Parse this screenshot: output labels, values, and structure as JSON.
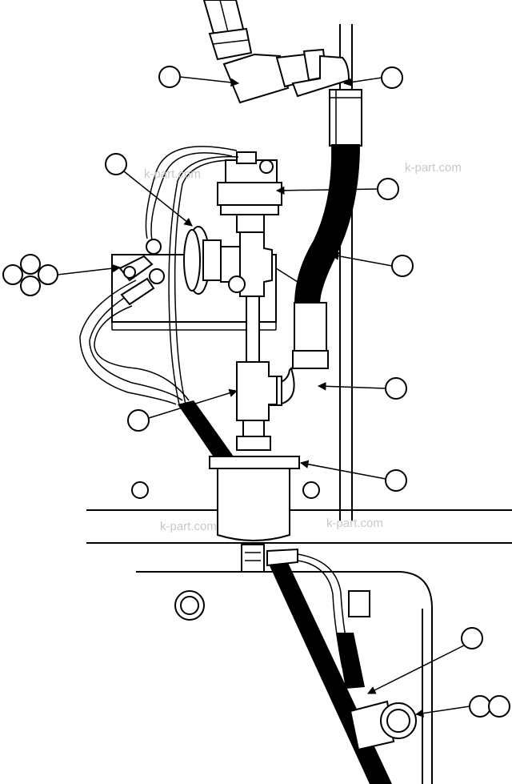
{
  "watermarks": [
    "k-part.com",
    "k-part.com",
    "k-part.com",
    "k-part.com"
  ],
  "colors": {
    "line": "#000000",
    "background": "#ffffff",
    "watermark": "#c8c8c8"
  }
}
